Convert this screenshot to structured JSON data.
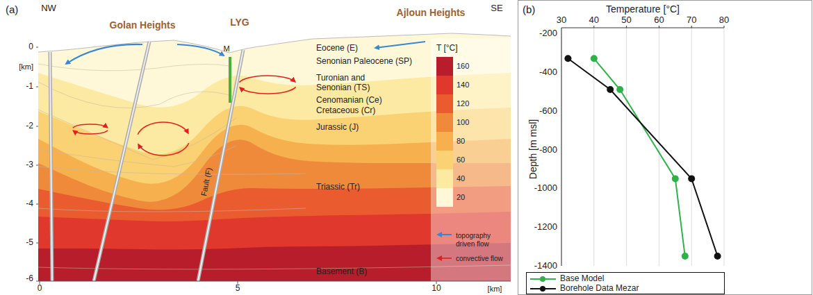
{
  "diagram": {
    "labels": [
      "(a)",
      "NW",
      "SE",
      "Golan Heights",
      "LYG",
      "Ajloun Heights",
      "M",
      "Eocene (E)",
      "Senonian Paleocene (SP)",
      "Turonian and Senonian (TS)",
      "Cenomanian (Ce)",
      "Cretaceous (Cr)",
      "Jurassic (J)",
      "Triassic (Tr)",
      "Basement (B)",
      "Fault (F)",
      "T [°C]",
      "0",
      "[km]",
      "-1",
      "-2",
      "-3",
      "-4",
      "-5",
      "-6",
      "0",
      "5",
      "10",
      "[km]",
      "(b)",
      "Temperature [°C]",
      "30",
      "40",
      "50",
      "60",
      "70",
      "80",
      "Depth [m msl]",
      "-200",
      "-400",
      "-600",
      "-800",
      "-1000",
      "-1200",
      "-1400"
    ],
    "legend": [
      {
        "text": "160",
        "color": "#b81d2b"
      },
      {
        "text": "140",
        "color": "#e0382c"
      },
      {
        "text": "120",
        "color": "#ea5b2f"
      },
      {
        "text": "100",
        "color": "#f08a3b"
      },
      {
        "text": "80",
        "color": "#f6b04e"
      },
      {
        "text": "60",
        "color": "#fad273"
      },
      {
        "text": "40",
        "color": "#fdeaa2"
      },
      {
        "text": "20",
        "color": "#fff8d8"
      },
      {
        "text": "topography driven flow"
      },
      {
        "text": "convective flow"
      },
      {
        "text": "Base Model"
      },
      {
        "text": "Borehole Data Mezar"
      }
    ]
  }
}
